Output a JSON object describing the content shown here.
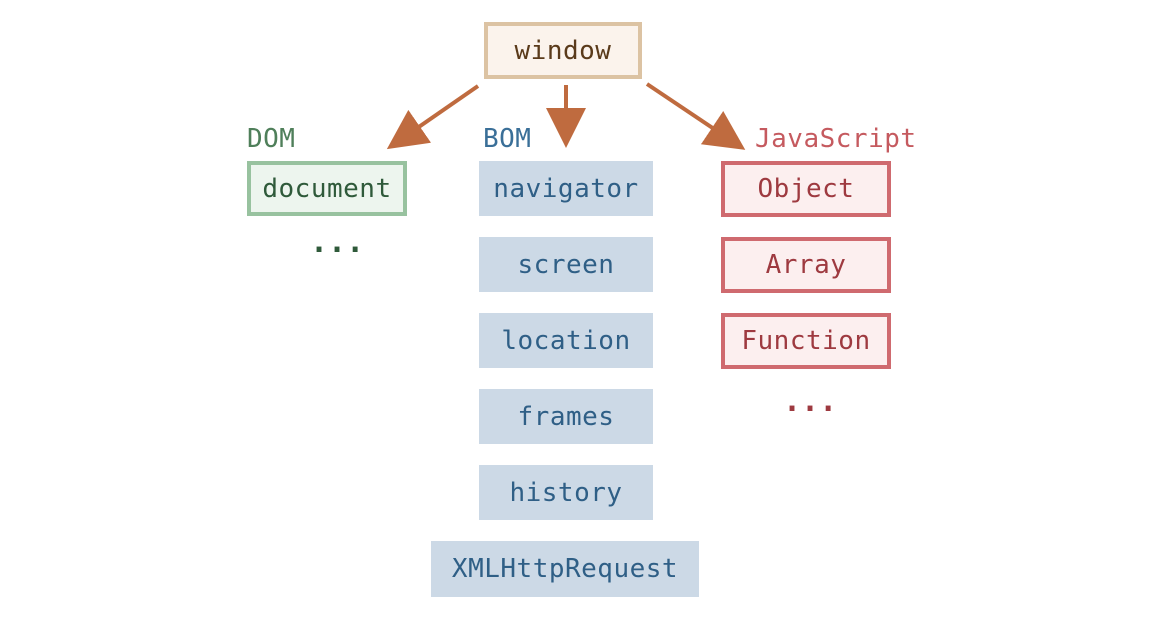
{
  "root": {
    "label": "window"
  },
  "groups": {
    "dom": {
      "label": "DOM",
      "items": [
        "document"
      ],
      "more": "..."
    },
    "bom": {
      "label": "BOM",
      "items": [
        "navigator",
        "screen",
        "location",
        "frames",
        "history",
        "XMLHttpRequest"
      ]
    },
    "js": {
      "label": "JavaScript",
      "items": [
        "Object",
        "Array",
        "Function"
      ],
      "more": "..."
    }
  },
  "colors": {
    "arrow": "#bf6b3f",
    "window_border": "#dcc3a3",
    "dom": "#98c29f",
    "bom": "#ccd9e6",
    "js": "#cf6a6f"
  }
}
